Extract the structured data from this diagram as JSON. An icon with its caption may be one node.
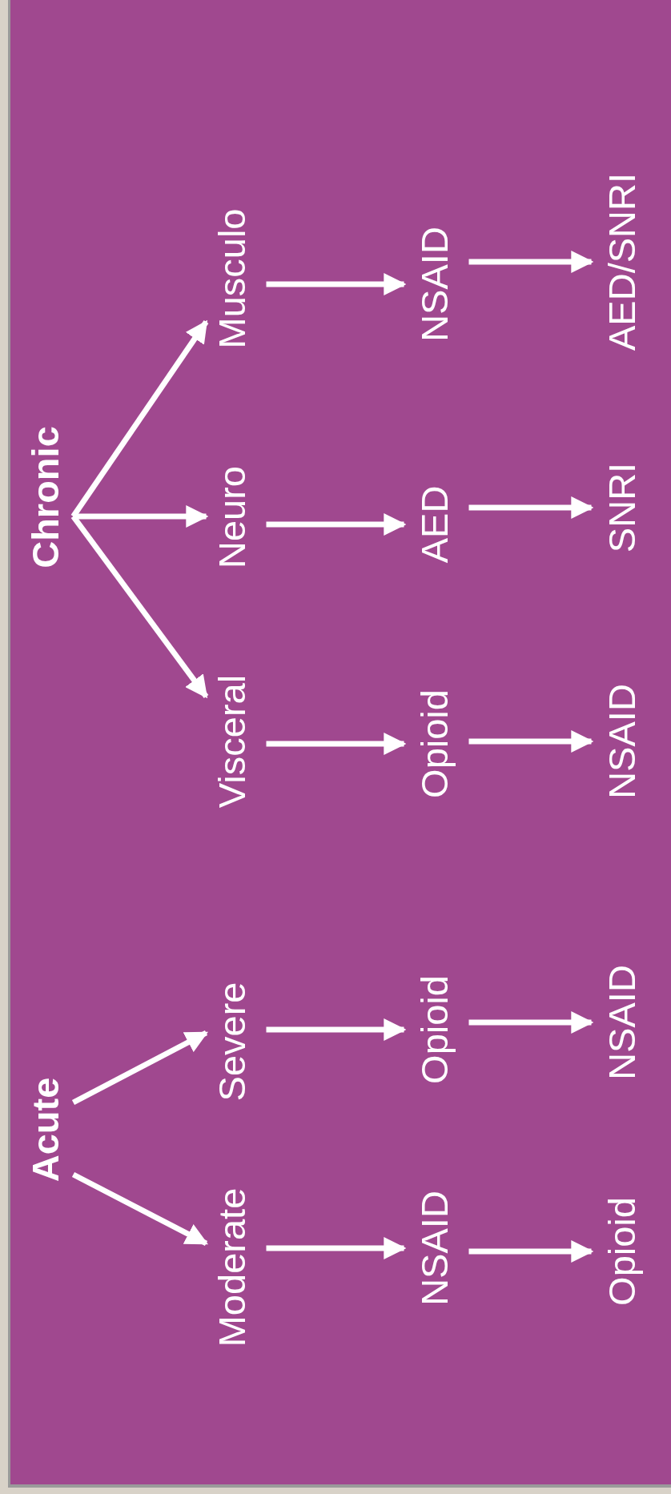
{
  "diagram": {
    "nodes": [
      {
        "text": [
          "Acute"
        ]
      },
      {
        "text": [
          "Chronic"
        ]
      },
      {
        "text": [
          "Moderate"
        ]
      },
      {
        "text": [
          "Severe"
        ]
      },
      {
        "text": [
          "Visceral"
        ]
      },
      {
        "text": [
          "Neuro"
        ]
      },
      {
        "text": [
          "Musculo"
        ]
      },
      {
        "text": [
          "NSAID"
        ]
      },
      {
        "text": [
          "Opioid"
        ]
      },
      {
        "text": [
          "Opioid"
        ]
      },
      {
        "text": [
          "AED"
        ]
      },
      {
        "text": [
          "NSAID"
        ]
      },
      {
        "text": [
          "Opioid"
        ]
      },
      {
        "text": [
          "NSAID"
        ]
      },
      {
        "text": [
          "NSAID"
        ]
      },
      {
        "text": [
          "SNRI"
        ]
      },
      {
        "text": [
          "AED/SNRI"
        ]
      }
    ],
    "edges": [
      {
        "from": 0,
        "to": 2,
        "arrow": "to"
      },
      {
        "from": 0,
        "to": 3,
        "arrow": "to"
      },
      {
        "from": 1,
        "to": 4,
        "arrow": "to"
      },
      {
        "from": 1,
        "to": 5,
        "arrow": "to"
      },
      {
        "from": 1,
        "to": 6,
        "arrow": "to"
      },
      {
        "from": 2,
        "to": 7,
        "arrow": "to"
      },
      {
        "from": 3,
        "to": 8,
        "arrow": "to"
      },
      {
        "from": 4,
        "to": 9,
        "arrow": "to"
      },
      {
        "from": 5,
        "to": 10,
        "arrow": "to"
      },
      {
        "from": 6,
        "to": 11,
        "arrow": "to"
      },
      {
        "from": 7,
        "to": 12,
        "arrow": "to"
      },
      {
        "from": 8,
        "to": 13,
        "arrow": "to"
      },
      {
        "from": 9,
        "to": 14,
        "arrow": "to"
      },
      {
        "from": 10,
        "to": 15,
        "arrow": "to"
      },
      {
        "from": 11,
        "to": 16,
        "arrow": "to"
      }
    ]
  }
}
